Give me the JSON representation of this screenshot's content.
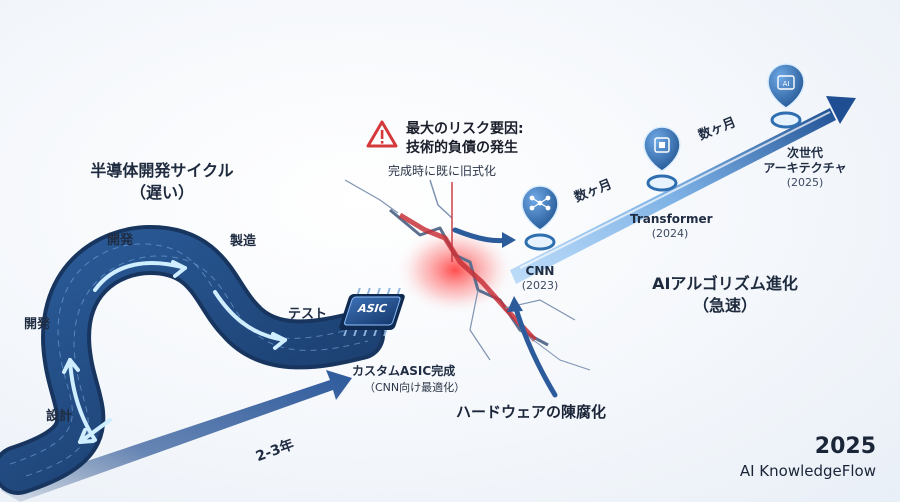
{
  "semiconductor": {
    "title_line1": "半導体開発サイクル",
    "title_line2": "（遅い）",
    "step_dev_top": "開発",
    "step_manufacture": "製造",
    "step_test": "テスト",
    "step_dev_left": "開発",
    "step_design": "設計"
  },
  "asic": {
    "chip_label": "ASIC",
    "completed_label": "カスタムASIC完成",
    "completed_sub": "（CNN向け最適化）"
  },
  "timeline": {
    "duration_label": "2-3年"
  },
  "risk": {
    "title_line1": "最大のリスク要因:",
    "title_line2": "技術的負債の発生",
    "subtitle": "完成時に既に旧式化"
  },
  "hardware": {
    "obsolescence_label": "ハードウェアの陳腐化"
  },
  "ai": {
    "title_line1": "AIアルゴリズム進化",
    "title_line2": "（急速）",
    "interval_label_1": "数ヶ月",
    "interval_label_2": "数ヶ月",
    "nodes": [
      {
        "name": "CNN",
        "year": "(2023)",
        "icon": "network-icon"
      },
      {
        "name": "Transformer",
        "year": "(2024)",
        "icon": "chip-icon"
      },
      {
        "name": "次世代\nアーキテクチャ",
        "year": "(2025)",
        "icon": "ai-icon"
      }
    ]
  },
  "brand": {
    "year": "2025",
    "name": "AI KnowledgeFlow"
  },
  "colors": {
    "road_dark": "#1d3f73",
    "road_light": "#2c5f9e",
    "arrow_light": "#bfe6ff",
    "crack_red": "#e0393f",
    "ai_beam": "#a8d4ff",
    "pin_blue": "#2f6fb0"
  }
}
